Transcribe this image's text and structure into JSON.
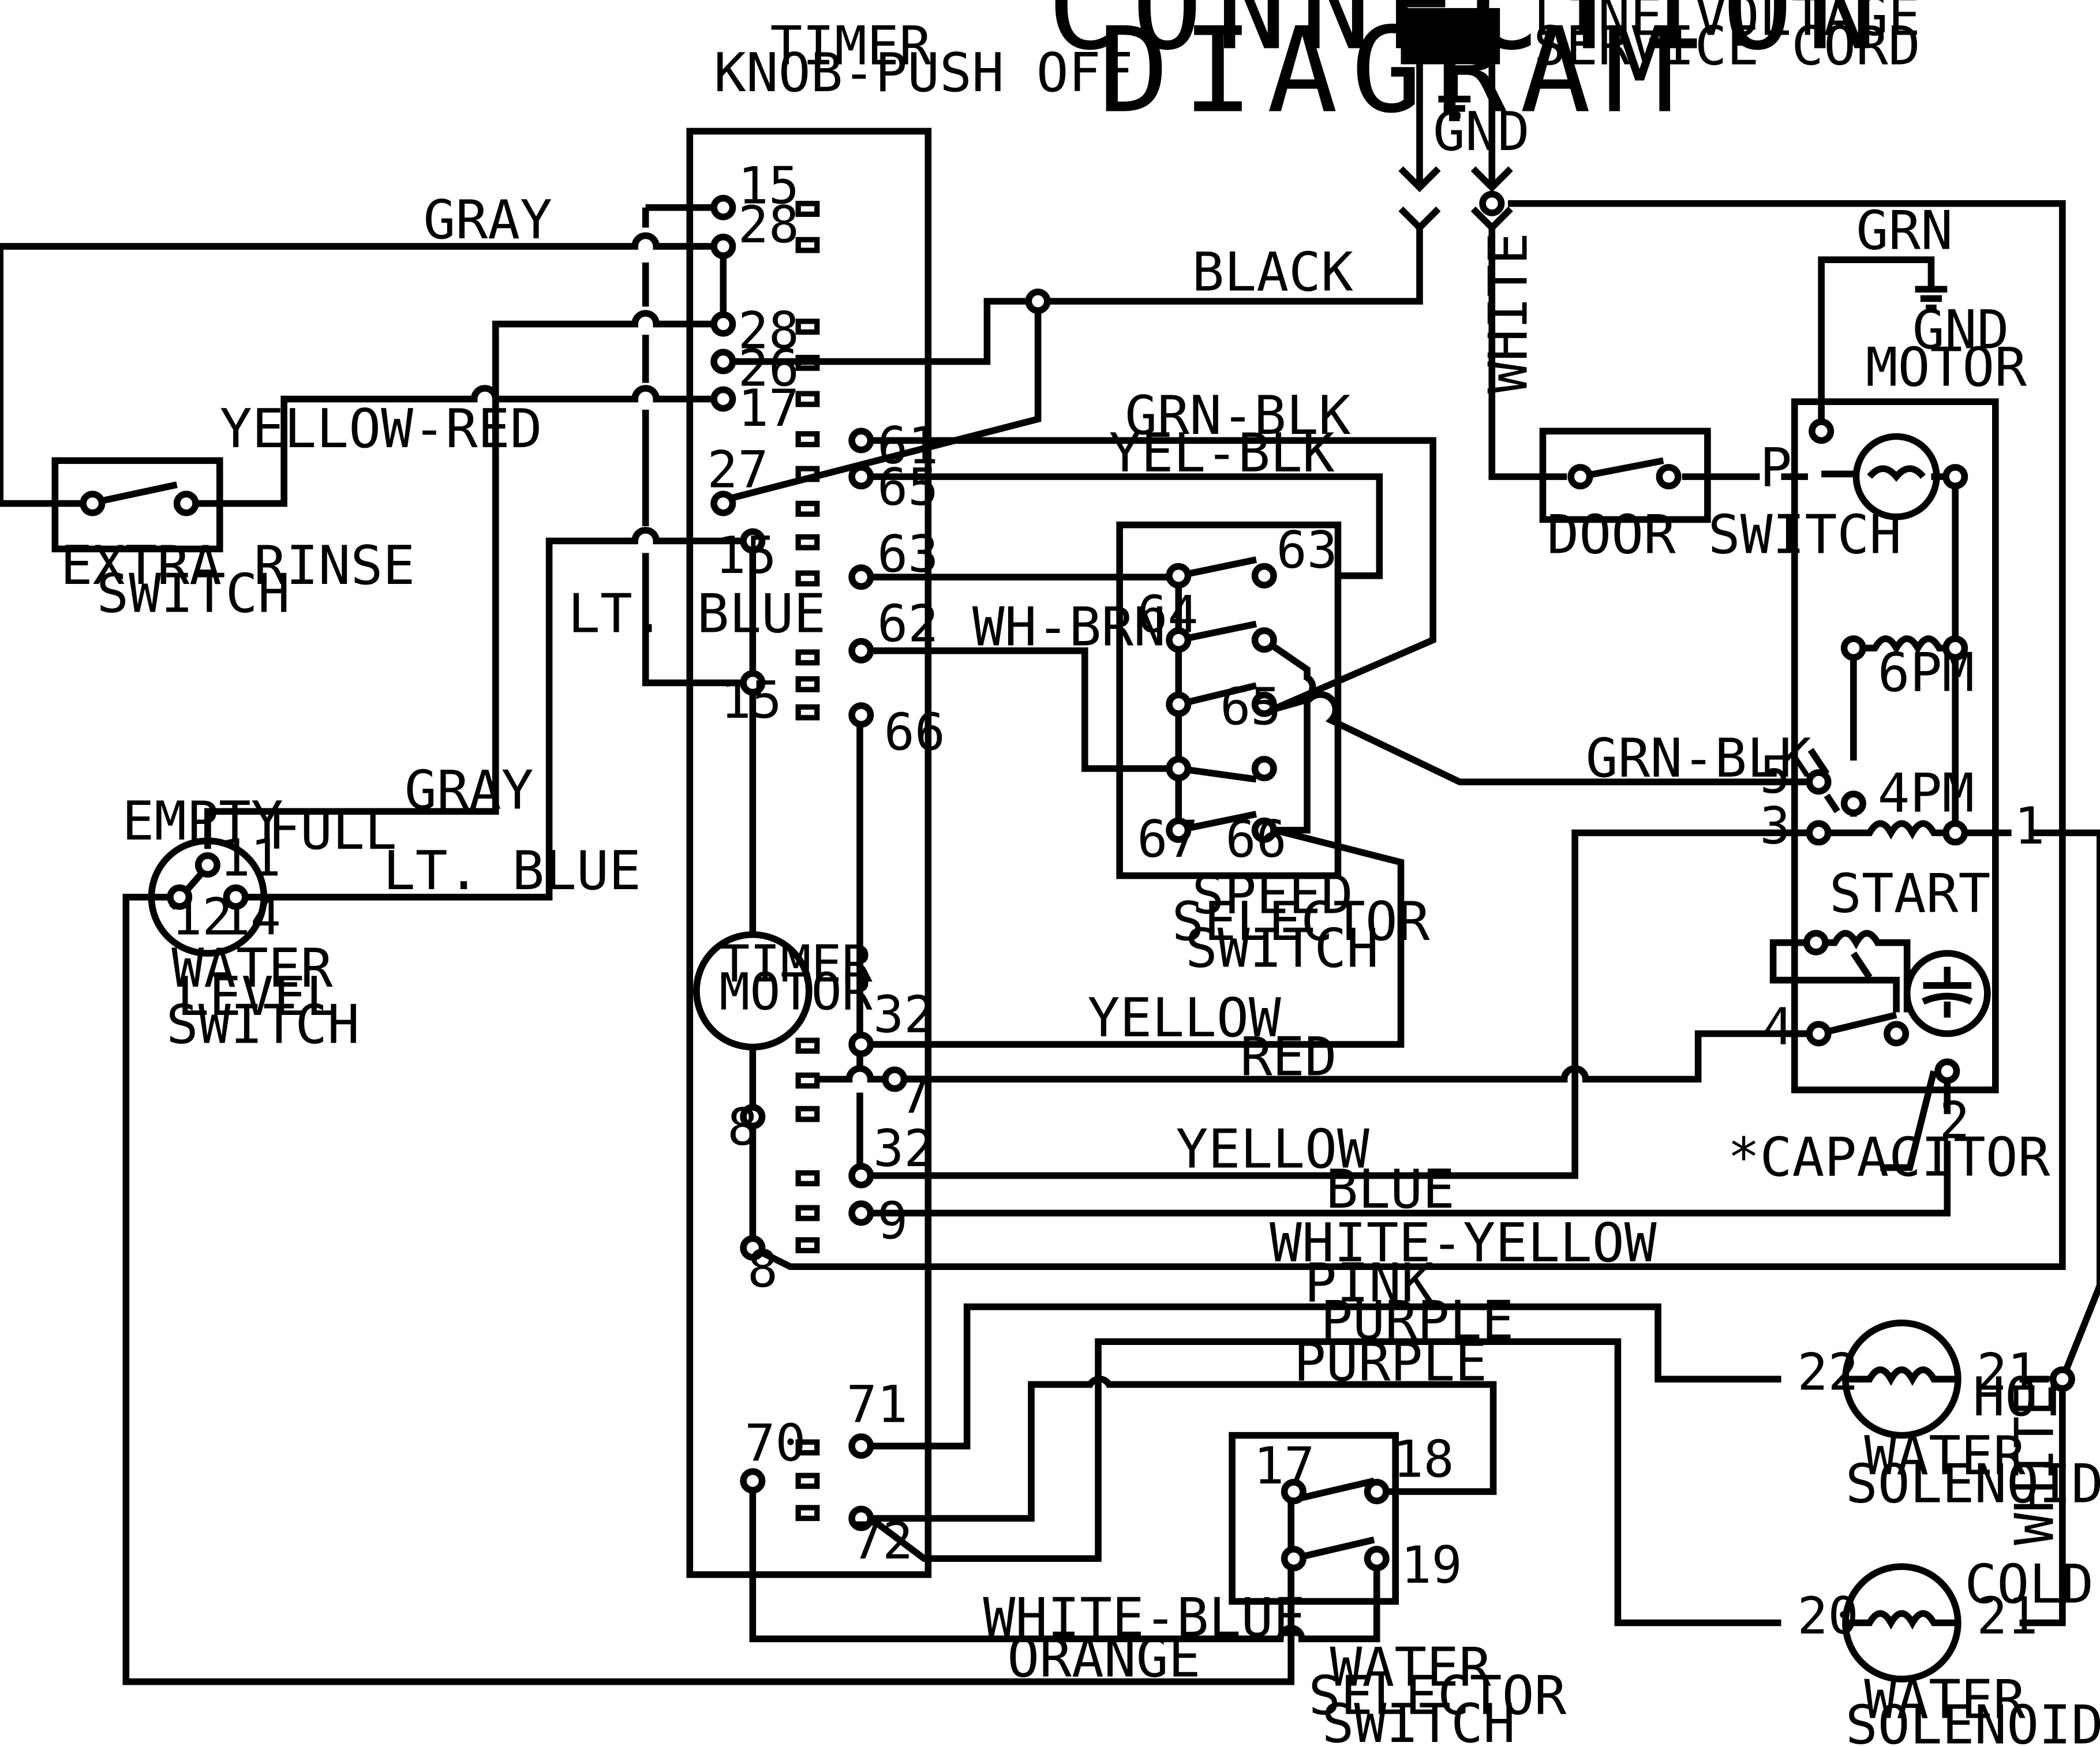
{
  "title": {
    "line1": "CONNECTION",
    "line2": "DIAGRAM"
  },
  "cord": {
    "line1": "LINE VOLTAGE",
    "line2": "SERVICE CORD",
    "gnd": "GND"
  },
  "timer": {
    "line1": "TIMER",
    "line2": "KNOB-PUSH OFF"
  },
  "timer_motor": {
    "line1": "TIMER",
    "line2": "MOTOR"
  },
  "extra_rinse": {
    "line1": "EXTRA RINSE",
    "line2": "SWITCH"
  },
  "water_level": {
    "line1": "WATER",
    "line2": "LEVEL",
    "line3": "SWITCH",
    "empty": "EMPTY",
    "full": "FULL",
    "t11": "11",
    "t12": "12",
    "t14": "14"
  },
  "speed_selector": {
    "line1": "SPEED",
    "line2": "SELECTOR",
    "line3": "SWITCH"
  },
  "door_switch": "DOOR SWITCH",
  "motor": {
    "label": "MOTOR",
    "grn": "GRN",
    "gnd": "GND",
    "p": "P",
    "pm6": "6PM",
    "pm4": "4PM",
    "start": "START",
    "capacitor": "*CAPACITOR"
  },
  "water_selector": {
    "line1": "WATER",
    "line2": "SELECTOR",
    "line3": "SWITCH"
  },
  "solenoid_hot": {
    "line1": "WATER",
    "line2": "SOLENOID",
    "tag": "HOT"
  },
  "solenoid_cold": {
    "line1": "WATER",
    "line2": "SOLENOID",
    "tag": "COLD"
  },
  "wires": {
    "gray1": "GRAY",
    "gray2": "GRAY",
    "yellow_red": "YELLOW-RED",
    "lt_blue1": "LT. BLUE",
    "lt_blue2": "LT. BLUE",
    "black": "BLACK",
    "white1": "WHITE",
    "white2": "WHITE",
    "grn_blk1": "GRN-BLK",
    "grn_blk2": "GRN-BLK",
    "yel_blk": "YEL-BLK",
    "wh_brn": "WH-BRN",
    "yellow1": "YELLOW",
    "red": "RED",
    "yellow2": "YELLOW",
    "blue": "BLUE",
    "white_yellow": "WHITE-YELLOW",
    "pink": "PINK",
    "purple1": "PURPLE",
    "purple2": "PURPLE",
    "white_blue": "WHITE-BLUE",
    "orange": "ORANGE"
  },
  "terminals": {
    "t15a": "15",
    "t28a": "28",
    "t28b": "28",
    "t26": "26",
    "t17": "17",
    "t27": "27",
    "t61": "61",
    "t65": "65",
    "t63": "63",
    "t15b": "15",
    "t15c": "15",
    "t62": "62",
    "t66": "66",
    "t32a": "32",
    "t7": "7",
    "t8a": "8",
    "t32b": "32",
    "t9": "9",
    "t8b": "8",
    "t71": "71",
    "t70": "70",
    "t72": "72",
    "s63": "63",
    "s64": "64",
    "s65": "65",
    "s67": "67",
    "s66": "66",
    "m5": "5",
    "m3": "3",
    "m1": "1",
    "m4": "4",
    "m2": "2",
    "w17": "17",
    "w18": "18",
    "w19": "19",
    "h22": "22",
    "h21": "21",
    "c20": "20",
    "c21": "21"
  }
}
